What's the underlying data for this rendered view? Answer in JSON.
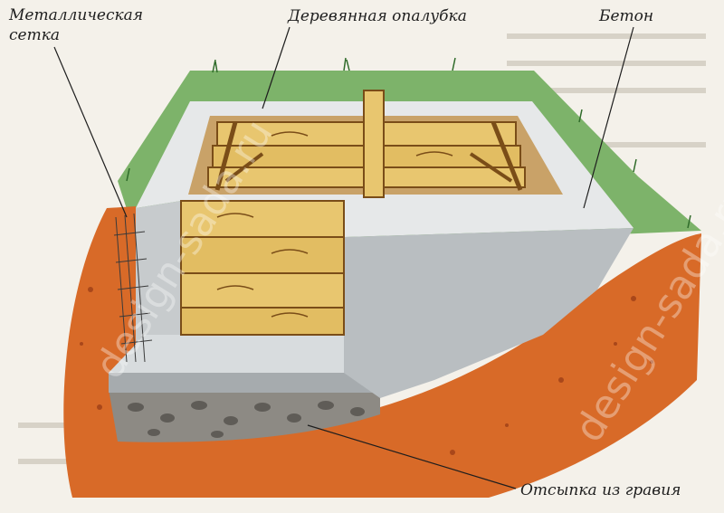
{
  "labels": {
    "mesh_line1": "Металлическая",
    "mesh_line2": "сетка",
    "formwork": "Деревянная опалубка",
    "concrete": "Бетон",
    "gravel": "Отсыпка из гравия"
  },
  "watermark": "design-sada.ru",
  "colors": {
    "grass": "#7db36a",
    "soil": "#d86a28",
    "concrete": "#b9bec1",
    "wood": "#e8c66f",
    "gravel": "#8d8a84"
  }
}
